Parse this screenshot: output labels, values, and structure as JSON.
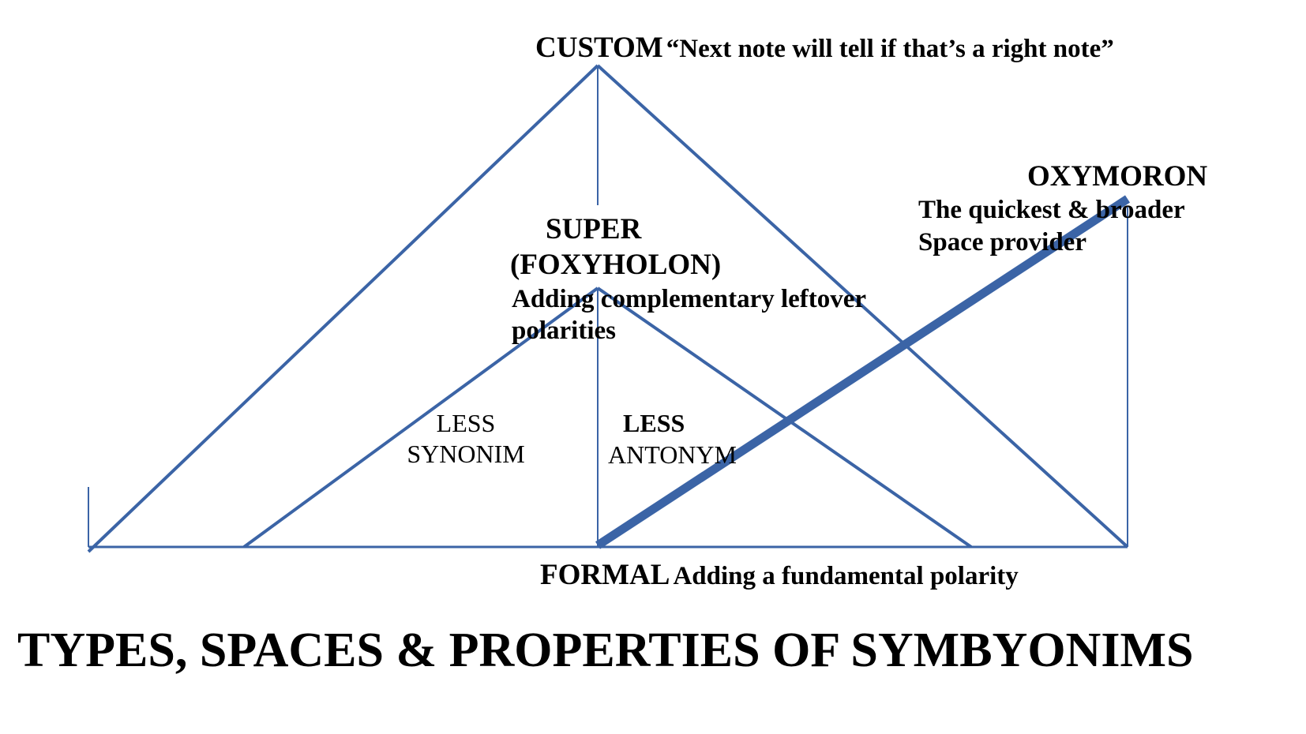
{
  "style": {
    "line_color": "#3b64a6",
    "text_color": "#000000",
    "background": "#ffffff"
  },
  "custom": {
    "title": "CUSTOM",
    "quote": "“Next note will tell if that’s a right note”"
  },
  "super": {
    "title": "SUPER",
    "subtitle": "(FOXYHOLON)",
    "description_line1": "Adding complementary leftover",
    "description_line2": "polarities"
  },
  "oxymoron": {
    "title": "OXYMORON",
    "description_line1": "The quickest & broader",
    "description_line2": "Space provider"
  },
  "less_synonim": {
    "line1": "LESS",
    "line2": "SYNONIM"
  },
  "less_antonym": {
    "line1": "LESS",
    "line2": "ANTONYM"
  },
  "formal": {
    "title": "FORMAL",
    "description": "Adding a fundamental polarity"
  },
  "page_title": "TYPES, SPACES & PROPERTIES OF SYMBYONIMS"
}
